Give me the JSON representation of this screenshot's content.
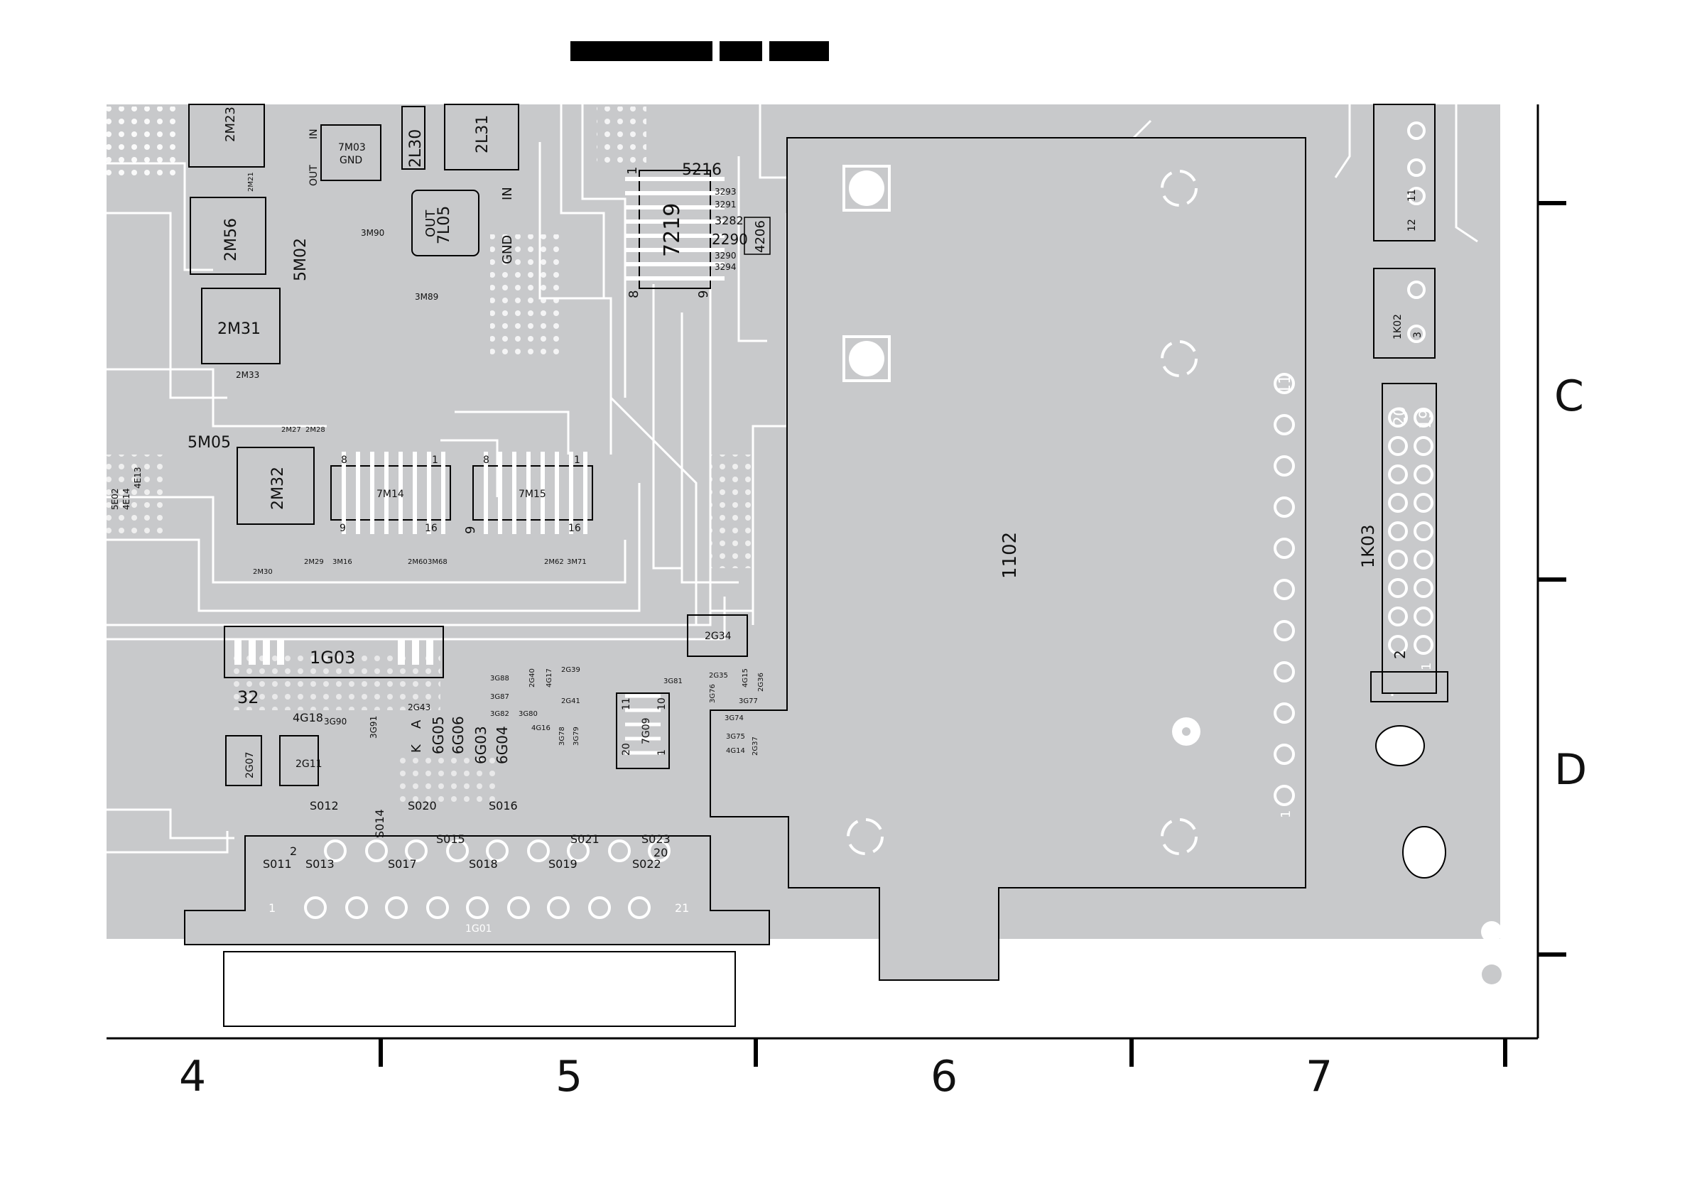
{
  "grid": {
    "columns": [
      "4",
      "5",
      "6",
      "7"
    ],
    "rows": [
      "C",
      "D"
    ]
  },
  "components": {
    "ic_7219": "7219",
    "ic_7m14": "7M14",
    "ic_7m15": "7M15",
    "ic_7g09": "7G09",
    "ic_7m03": "7M03",
    "module_1102": "1102",
    "conn_1k03": "1K03",
    "conn_1k02": "1K02",
    "conn_1g03": "1G03",
    "conn_1g01": "1G01",
    "coil_7l05": "7L05",
    "coil_2l30": "2L30",
    "coil_2l31": "2L31",
    "coil_5m05": "5M05",
    "coil_5m02": "5M02",
    "cap_2m23": "2M23",
    "cap_2m56": "2M56",
    "cap_2m31": "2M31",
    "cap_2m32": "2M32",
    "cap_2m33": "2M33",
    "cap_2g34": "2G34",
    "cap_2g07": "2G07",
    "cap_2g11": "2G11",
    "cap_2290": "2290",
    "res_3282": "3282",
    "res_4206": "4206",
    "res_3290": "3290",
    "res_3294": "3294",
    "res_3293": "3293",
    "res_3291": "3291",
    "res_5216": "5216",
    "misc_4g18": "4G18",
    "misc_3g90": "3G90",
    "misc_3g91": "3G91",
    "misc_2g43": "2G43",
    "misc_6g05": "6G05",
    "misc_6g06": "6G06",
    "misc_6g03": "6G03",
    "misc_6g04": "6G04",
    "misc_2g35": "2G35",
    "misc_2g36": "2G36",
    "misc_3g76": "3G76",
    "misc_4g15": "4G15",
    "misc_3g77": "3G77",
    "misc_3g74": "3G74",
    "misc_3g75": "3G75",
    "misc_4g14": "4G14",
    "misc_2g37": "2G37",
    "misc_3g81": "3G81",
    "misc_3g88": "3G88",
    "misc_3g87": "3G87",
    "misc_3g82": "3G82",
    "misc_3g80": "3G80",
    "misc_2g40": "2G40",
    "misc_4g17": "4G17",
    "misc_2g39": "2G39",
    "misc_2g41": "2G41",
    "misc_4g16": "4G16",
    "misc_3g78": "3G78",
    "misc_3g79": "3G79",
    "misc_2m27": "2M27",
    "misc_2m28": "2M28",
    "misc_2m30": "2M30",
    "misc_2m29": "2M29",
    "misc_3m16": "3M16",
    "misc_2m60": "2M60",
    "misc_3m68": "3M68",
    "misc_2m62": "2M62",
    "misc_3m71": "3M71",
    "misc_2m21": "2M21",
    "misc_3m90": "3M90",
    "misc_3m89": "3M89",
    "misc_5e02": "5E02",
    "misc_4e14": "4E14",
    "misc_4e13": "4E13"
  },
  "pads": {
    "s011": "S011",
    "s012": "S012",
    "s013": "S013",
    "s014": "S014",
    "s015": "S015",
    "s016": "S016",
    "s017": "S017",
    "s018": "S018",
    "s019": "S019",
    "s020": "S020",
    "s021": "S021",
    "s022": "S022",
    "s023": "S023"
  },
  "pins": {
    "p1": "1",
    "p2": "2",
    "p8": "8",
    "p9": "9",
    "p16": "16",
    "p10": "10",
    "p11": "11",
    "p19": "19",
    "p20": "20",
    "p21": "21",
    "p32": "32",
    "p3": "3",
    "p12": "12"
  },
  "signal_text": {
    "out": "OUT",
    "in": "IN",
    "gnd": "GND",
    "k": "K",
    "a": "A"
  }
}
